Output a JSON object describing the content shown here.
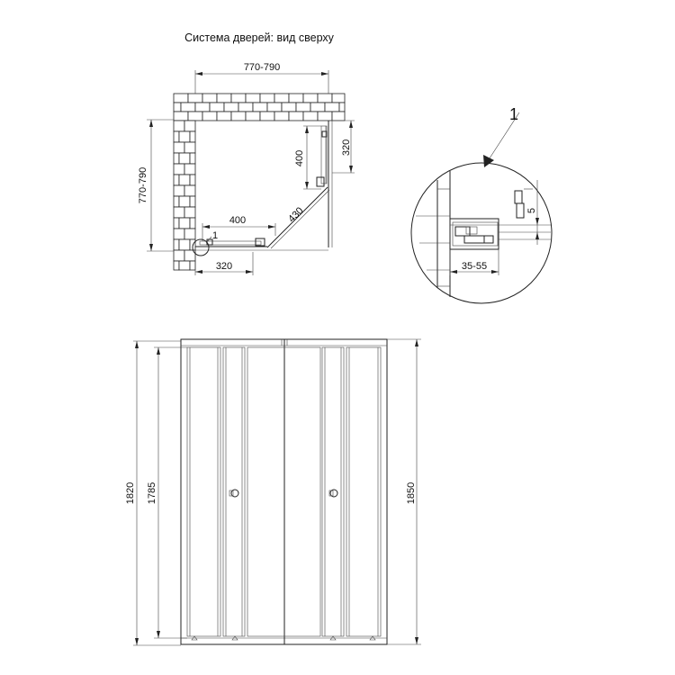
{
  "top_view": {
    "title": "Система дверей: вид сверху",
    "dim_width_top": "770-790",
    "dim_height_left": "770-790",
    "dim_door_right_inner": "400",
    "dim_door_right_outer": "320",
    "dim_door_bottom_inner": "400",
    "dim_door_bottom_outer": "320",
    "dim_diagonal": "430",
    "callout_marker": "1"
  },
  "detail_view": {
    "callout_number": "1",
    "dim_gap": "5",
    "dim_adjust": "35-55"
  },
  "front_view": {
    "dim_total_height_left": "1820",
    "dim_glass_height": "1785",
    "dim_total_height_right": "1850"
  }
}
